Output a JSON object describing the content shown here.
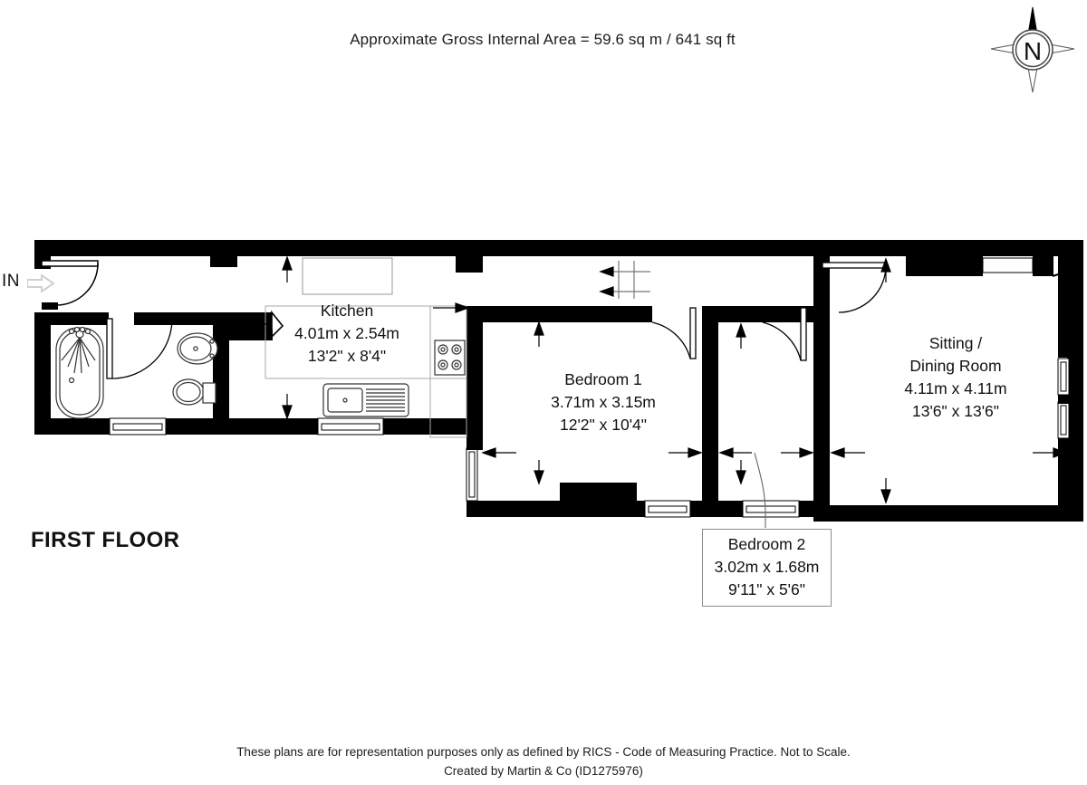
{
  "header": {
    "area_text": "Approximate Gross Internal Area = 59.6 sq m / 641 sq ft"
  },
  "compass": {
    "label": "N",
    "name": "compass-rose"
  },
  "entrance": {
    "label": "IN"
  },
  "floor": {
    "label": "FIRST FLOOR"
  },
  "rooms": {
    "kitchen": {
      "name": "Kitchen",
      "metric": "4.01m x 2.54m",
      "imperial": "13'2\" x 8'4\""
    },
    "bedroom1": {
      "name": "Bedroom 1",
      "metric": "3.71m x 3.15m",
      "imperial": "12'2\" x 10'4\""
    },
    "sitting_dining": {
      "name_line1": "Sitting /",
      "name_line2": "Dining Room",
      "metric": "4.11m x 4.11m",
      "imperial": "13'6\" x 13'6\""
    },
    "bedroom2": {
      "name": "Bedroom 2",
      "metric": "3.02m x 1.68m",
      "imperial": "9'11\" x 5'6\""
    }
  },
  "fixtures": [
    "bath-with-shower",
    "wash-basin",
    "toilet",
    "kitchen-sink",
    "hob",
    "worktop",
    "chimney-breast"
  ],
  "footer": {
    "line1": "These plans are for representation purposes only as defined by RICS - Code of Measuring Practice. Not to Scale.",
    "line2": "Created by Martin & Co (ID1275976)"
  },
  "colors": {
    "wall": "#000000",
    "fixture_stroke": "#333333",
    "text": "#111111",
    "callout_border": "#8d8d8d",
    "in_arrow": "#cfcfcf"
  }
}
